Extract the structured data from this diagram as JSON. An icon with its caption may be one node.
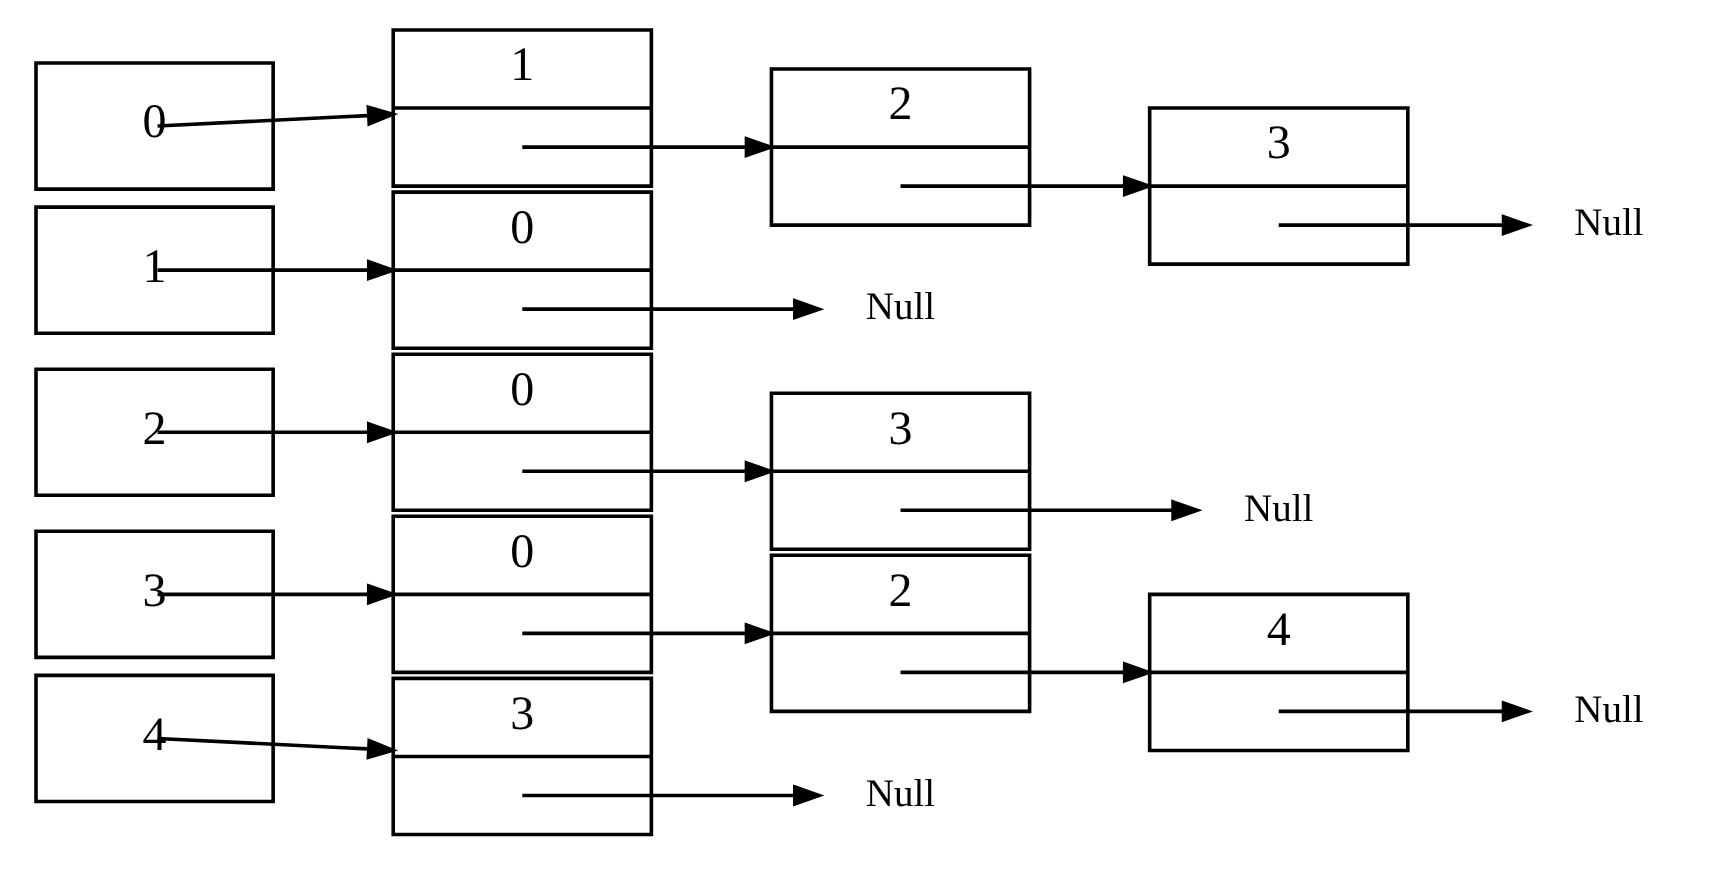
{
  "diagram": {
    "nodes": [
      {
        "text": [
          "0"
        ]
      },
      {
        "text": [
          "1"
        ]
      },
      {
        "text": [
          "2"
        ]
      },
      {
        "text": [
          "3"
        ]
      },
      {
        "text": [
          "Null"
        ]
      },
      {
        "text": [
          "1"
        ]
      },
      {
        "text": [
          "0"
        ]
      },
      {
        "text": [
          "Null"
        ]
      },
      {
        "text": [
          "2"
        ]
      },
      {
        "text": [
          "0"
        ]
      },
      {
        "text": [
          "3"
        ]
      },
      {
        "text": [
          "Null"
        ]
      },
      {
        "text": [
          "3"
        ]
      },
      {
        "text": [
          "0"
        ]
      },
      {
        "text": [
          "2"
        ]
      },
      {
        "text": [
          "4"
        ]
      },
      {
        "text": [
          "Null"
        ]
      },
      {
        "text": [
          "4"
        ]
      },
      {
        "text": [
          "3"
        ]
      },
      {
        "text": [
          "Null"
        ]
      }
    ],
    "edges": [
      {
        "from": 0,
        "to": 1,
        "arrow": "to"
      },
      {
        "from": 1,
        "to": 2,
        "arrow": "to"
      },
      {
        "from": 2,
        "to": 3,
        "arrow": "to"
      },
      {
        "from": 3,
        "to": 4,
        "arrow": "to"
      },
      {
        "from": 5,
        "to": 6,
        "arrow": "to"
      },
      {
        "from": 6,
        "to": 7,
        "arrow": "to"
      },
      {
        "from": 8,
        "to": 9,
        "arrow": "to"
      },
      {
        "from": 9,
        "to": 10,
        "arrow": "to"
      },
      {
        "from": 10,
        "to": 11,
        "arrow": "to"
      },
      {
        "from": 12,
        "to": 13,
        "arrow": "to"
      },
      {
        "from": 13,
        "to": 14,
        "arrow": "to"
      },
      {
        "from": 14,
        "to": 15,
        "arrow": "to"
      },
      {
        "from": 15,
        "to": 16,
        "arrow": "to"
      },
      {
        "from": 17,
        "to": 18,
        "arrow": "to"
      },
      {
        "from": 18,
        "to": 19,
        "arrow": "to"
      }
    ]
  }
}
